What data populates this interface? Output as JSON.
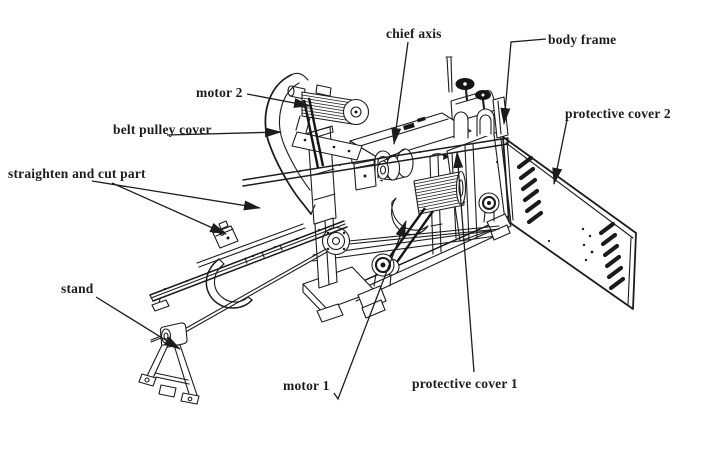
{
  "figure": {
    "kind": "isometric technical line drawing",
    "subject": "wire straightening and cutting machine",
    "background_color": "#ffffff",
    "ink_color": "#1c1c1c",
    "labels": {
      "chief_axis": "chief axis",
      "body_frame": "body frame",
      "motor_2": "motor 2",
      "belt_pulley_cover": "belt pulley cover",
      "protective_cover_2": "protective cover 2",
      "straighten_and_cut_part": "straighten and cut part",
      "stand": "stand",
      "motor_1": "motor 1",
      "protective_cover_1": "protective cover 1"
    }
  }
}
